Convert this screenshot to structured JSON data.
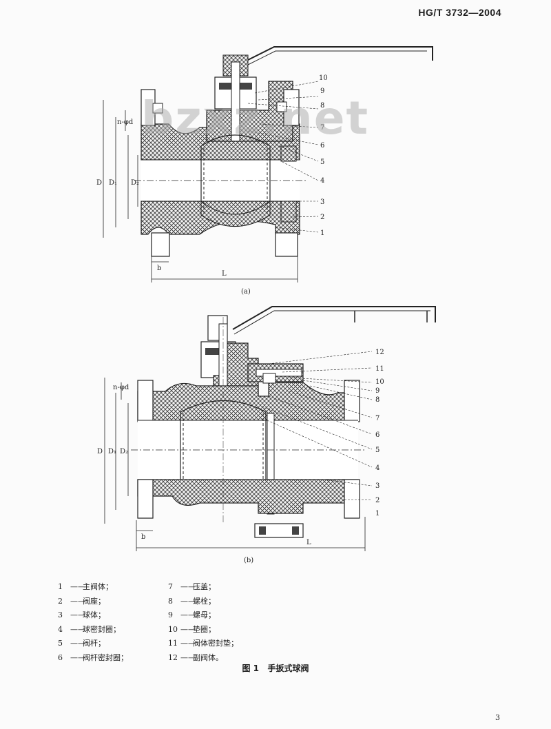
{
  "header": {
    "standard_code": "HG/T 3732—2004"
  },
  "watermark": "bzxz.net",
  "figure": {
    "sub_a": "(a)",
    "sub_b": "(b)",
    "caption_num": "图 1",
    "caption_text": "手扳式球阀"
  },
  "labels_a": {
    "L": "L",
    "b": "b",
    "D": "D",
    "D1": "D₁",
    "D2": "D₂",
    "nd": "n-φd",
    "c1": "1",
    "c2": "2",
    "c3": "3",
    "c4": "4",
    "c5": "5",
    "c6": "6",
    "c7": "7",
    "c8": "8",
    "c9": "9",
    "c10": "10"
  },
  "labels_b": {
    "L": "L",
    "b": "b",
    "D": "D",
    "D1": "D₁",
    "D2": "D₂",
    "nd": "n-φd",
    "c1": "1",
    "c2": "2",
    "c3": "3",
    "c4": "4",
    "c5": "5",
    "c6": "6",
    "c7": "7",
    "c8": "8",
    "c9": "9",
    "c10": "10",
    "c11": "11",
    "c12": "12"
  },
  "legend": {
    "left": [
      {
        "num": "1",
        "text": "主阀体；"
      },
      {
        "num": "2",
        "text": "阀座；"
      },
      {
        "num": "3",
        "text": "球体；"
      },
      {
        "num": "4",
        "text": "球密封圈；"
      },
      {
        "num": "5",
        "text": "阀杆；"
      },
      {
        "num": "6",
        "text": "阀杆密封圈；"
      }
    ],
    "right": [
      {
        "num": "7",
        "text": "压盖；"
      },
      {
        "num": "8",
        "text": "螺栓；"
      },
      {
        "num": "9",
        "text": "螺母；"
      },
      {
        "num": "10",
        "text": "垫圈；"
      },
      {
        "num": "11",
        "text": "阀体密封垫；"
      },
      {
        "num": "12",
        "text": "副阀体。"
      }
    ]
  },
  "page_number": "3"
}
